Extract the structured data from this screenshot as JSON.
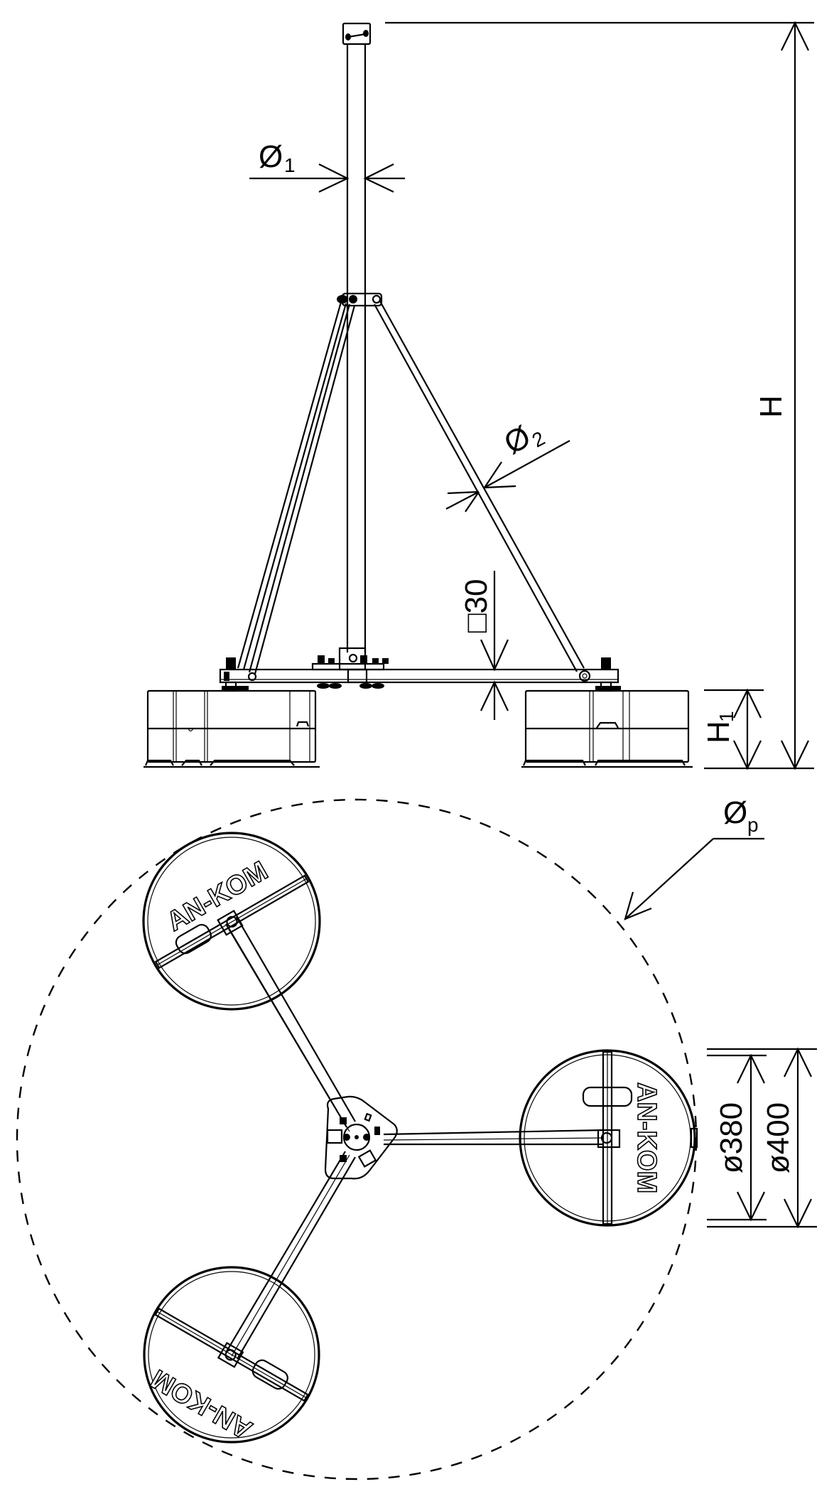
{
  "drawing": {
    "title": "Tripod mast on three ballast bases — side and top view",
    "side_view": {
      "labels": {
        "mast_diameter": {
          "symbol": "Ø",
          "sub": "1"
        },
        "strut_diameter": {
          "symbol": "Ø",
          "sub": "2"
        },
        "beam_section": "□30",
        "total_height": "H",
        "base_height": {
          "symbol": "H",
          "sub": "1"
        }
      }
    },
    "top_view": {
      "labels": {
        "footprint_diameter": {
          "symbol": "Ø",
          "sub": "p"
        },
        "base_inner_diameter": "ø380",
        "base_outer_diameter": "ø400"
      },
      "brand_text": "AN-KOM",
      "base_count": 3
    },
    "colors": {
      "line": "#000000",
      "background": "#ffffff"
    }
  }
}
